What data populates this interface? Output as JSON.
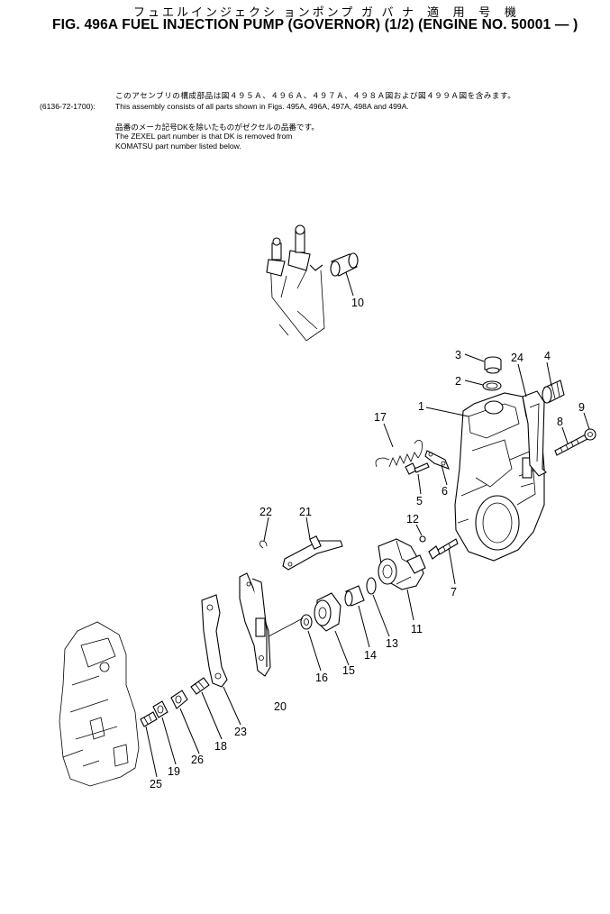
{
  "header": {
    "japanese_title": "フュエルインジェクシ ョンポンプ ガ バ ナ",
    "japanese_applicability": "適 用 号 機",
    "title": "FIG. 496A FUEL INJECTION PUMP (GOVERNOR) (1/2) (ENGINE NO. 50001 — )"
  },
  "notes": {
    "jp_line1": "このアセンブリの構成部品は図４９５Ａ、４９６Ａ、４９７Ａ、４９８Ａ図および図４９９Ａ図を含みます。",
    "assembly_code": "(6136-72-1700):",
    "en_line1": "This assembly consists of all parts shown in Figs. 495A, 496A, 497A, 498A and 499A.",
    "jp_line2": "品番のメーカ記号DKを除いたものがゼクセルの品番です。",
    "en_line2": "The ZEXEL part number is that DK is removed from",
    "en_line3": "KOMATSU part number listed below."
  },
  "callouts": [
    "1",
    "2",
    "3",
    "4",
    "5",
    "6",
    "7",
    "8",
    "9",
    "10",
    "11",
    "12",
    "13",
    "14",
    "15",
    "16",
    "17",
    "18",
    "19",
    "20",
    "21",
    "22",
    "23",
    "24",
    "25",
    "26"
  ]
}
